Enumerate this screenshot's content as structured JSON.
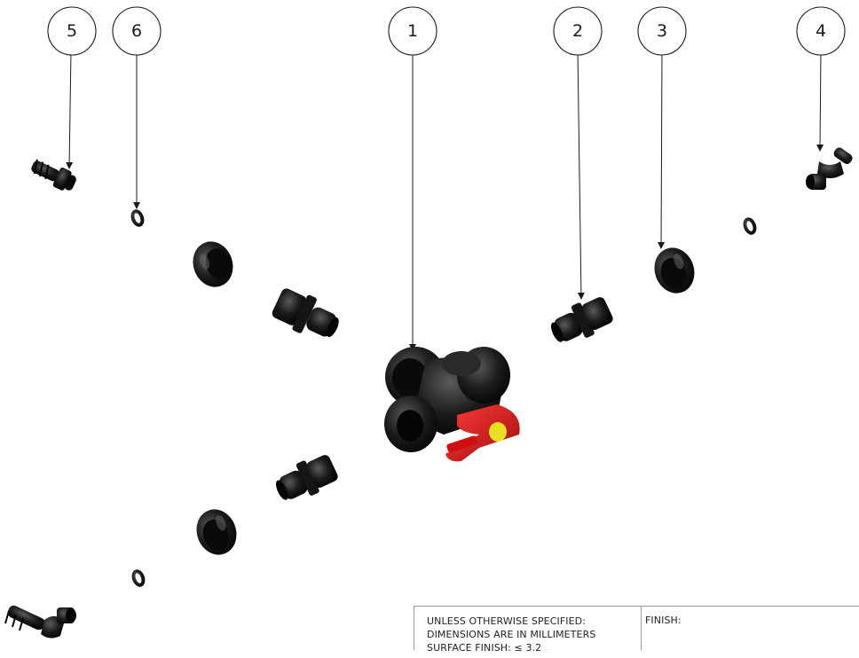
{
  "balloons": [
    {
      "id": "balloon-1",
      "label": "1"
    },
    {
      "id": "balloon-2",
      "label": "2"
    },
    {
      "id": "balloon-3",
      "label": "3"
    },
    {
      "id": "balloon-4",
      "label": "4"
    },
    {
      "id": "balloon-5",
      "label": "5"
    },
    {
      "id": "balloon-6",
      "label": "6"
    }
  ],
  "title_block": {
    "notes_line1": "UNLESS OTHERWISE SPECIFIED:",
    "notes_line2": "DIMENSIONS ARE IN MILLIMETERS",
    "notes_line3": "SURFACE FINISH: ≤ 3.2",
    "finish_label": "FINISH:"
  },
  "colors": {
    "part_black": "#1c1c1c",
    "part_dark": "#0a0a0a",
    "part_highlight": "#5a5a5a",
    "handle_red": "#e01818",
    "handle_red_dark": "#a00e0e",
    "knob_yellow": "#e8e020",
    "line": "#1a1a1a"
  }
}
